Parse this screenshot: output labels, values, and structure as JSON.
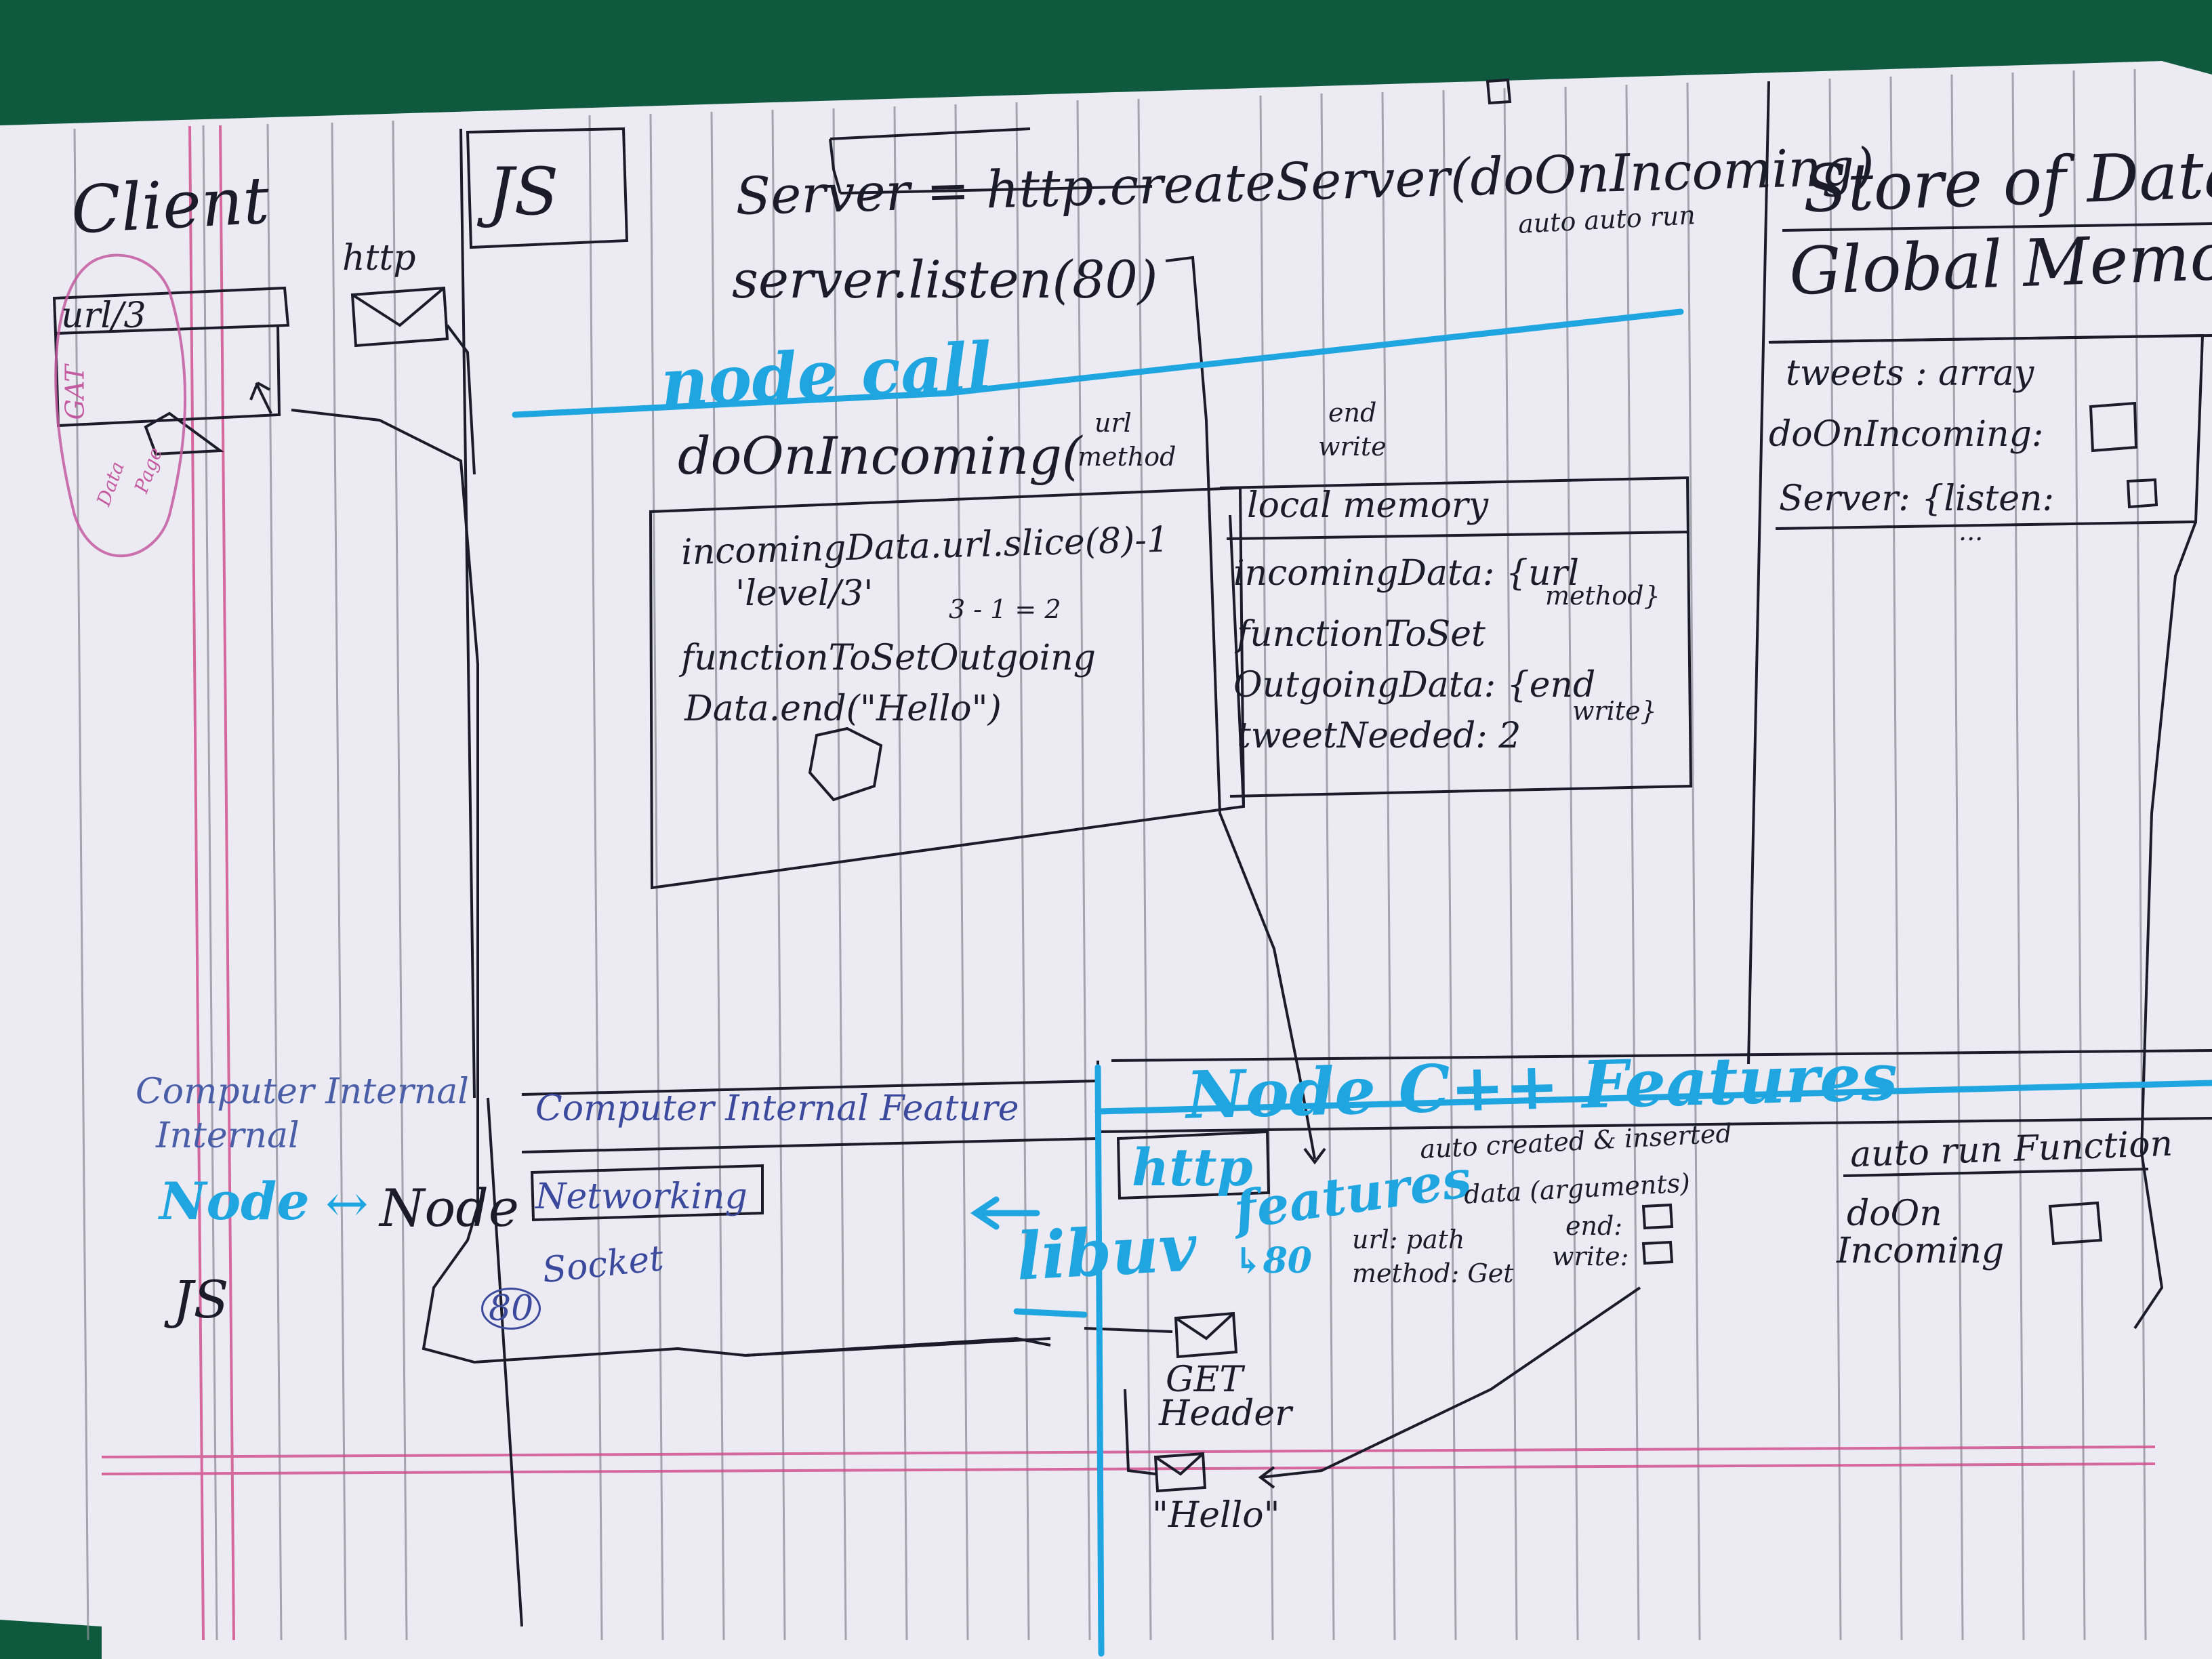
{
  "colors": {
    "ink": "#1b1b2a",
    "blue_marker": "#1fa6e0",
    "margin_line": "#d04a8a",
    "paper": "#eceaf2",
    "background": "#0f5a3f"
  },
  "client": {
    "title": "Client",
    "url_bar": "url/3",
    "http_label": "http",
    "circle_tab": "GAT",
    "circle_label_1": "Data",
    "circle_label_2": "Page"
  },
  "js_box": {
    "label": "JS"
  },
  "code": {
    "server_line": "Server = http.createServer(doOnIncoming)",
    "auto_run": "auto auto run",
    "listen_line": "server.listen(80)"
  },
  "node_call": {
    "heading": "node call",
    "call": "doOnIncoming(",
    "arg1_a": "url",
    "arg1_b": "method",
    "arg2_a": "end",
    "arg2_b": "write"
  },
  "execution": {
    "line1": "incomingData.url.slice(8)-1",
    "line2": "'level/3'",
    "line3": "3 - 1 = 2",
    "line4": "functionToSetOutgoing",
    "line5": "Data.end(\"Hello\")"
  },
  "local_memory": {
    "title": "local memory",
    "item1": "incomingData: {url",
    "item1b": "method}",
    "item2a": "functionToSet",
    "item2b": "OutgoingData: {end",
    "item2c": "write}",
    "item3": "tweetNeeded: 2"
  },
  "global_memory": {
    "title1": "Store of Data",
    "title2": "Global Memory",
    "item1": "tweets : array",
    "item2": "doOnIncoming:",
    "item3": "Server: {listen:",
    "item3b": "..."
  },
  "bottom_left": {
    "line1": "Computer Internal",
    "line2": "Internal",
    "node_blue": "Node",
    "arrow": "↔",
    "node_black": "Node",
    "js": "JS"
  },
  "internal_feature": {
    "title": "Computer Internal Feature",
    "networking": "Networking",
    "port": "80",
    "socket": "Socket"
  },
  "cpp_features": {
    "title": "Node C++ Features",
    "http": "http",
    "features": "features",
    "libuv": "libuv",
    "port_arrow": "↳80",
    "auto_created_1": "auto created & inserted",
    "auto_created_2": "data (arguments)",
    "arg_a1": "url: path",
    "arg_a2": "method: Get",
    "arg_b1": "end:",
    "arg_b2": "write:"
  },
  "auto_run": {
    "title": "auto run Function",
    "fn_1": "doOn",
    "fn_2": "Incoming"
  },
  "messages": {
    "get_1": "GET",
    "get_2": "Header",
    "hello": "\"Hello\""
  }
}
